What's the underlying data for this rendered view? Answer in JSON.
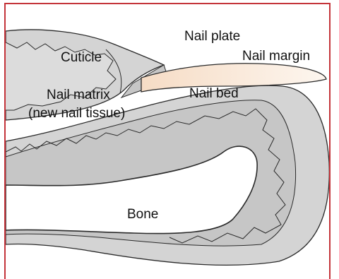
{
  "diagram": {
    "labels": {
      "nail_plate": "Nail plate",
      "nail_margin": "Nail margin",
      "cuticle": "Cuticle",
      "nail_matrix_line1": "Nail matrix",
      "nail_matrix_line2": "(new nail tissue)",
      "nail_bed": "Nail bed",
      "bone": "Bone"
    },
    "colors": {
      "frame": "#c4343a",
      "tissue": "#d4d4d4",
      "tissue_dark": "#c6c6c6",
      "nail": "#f8e7d6",
      "outline": "#2a2a2a",
      "bone": "#ffffff"
    }
  }
}
